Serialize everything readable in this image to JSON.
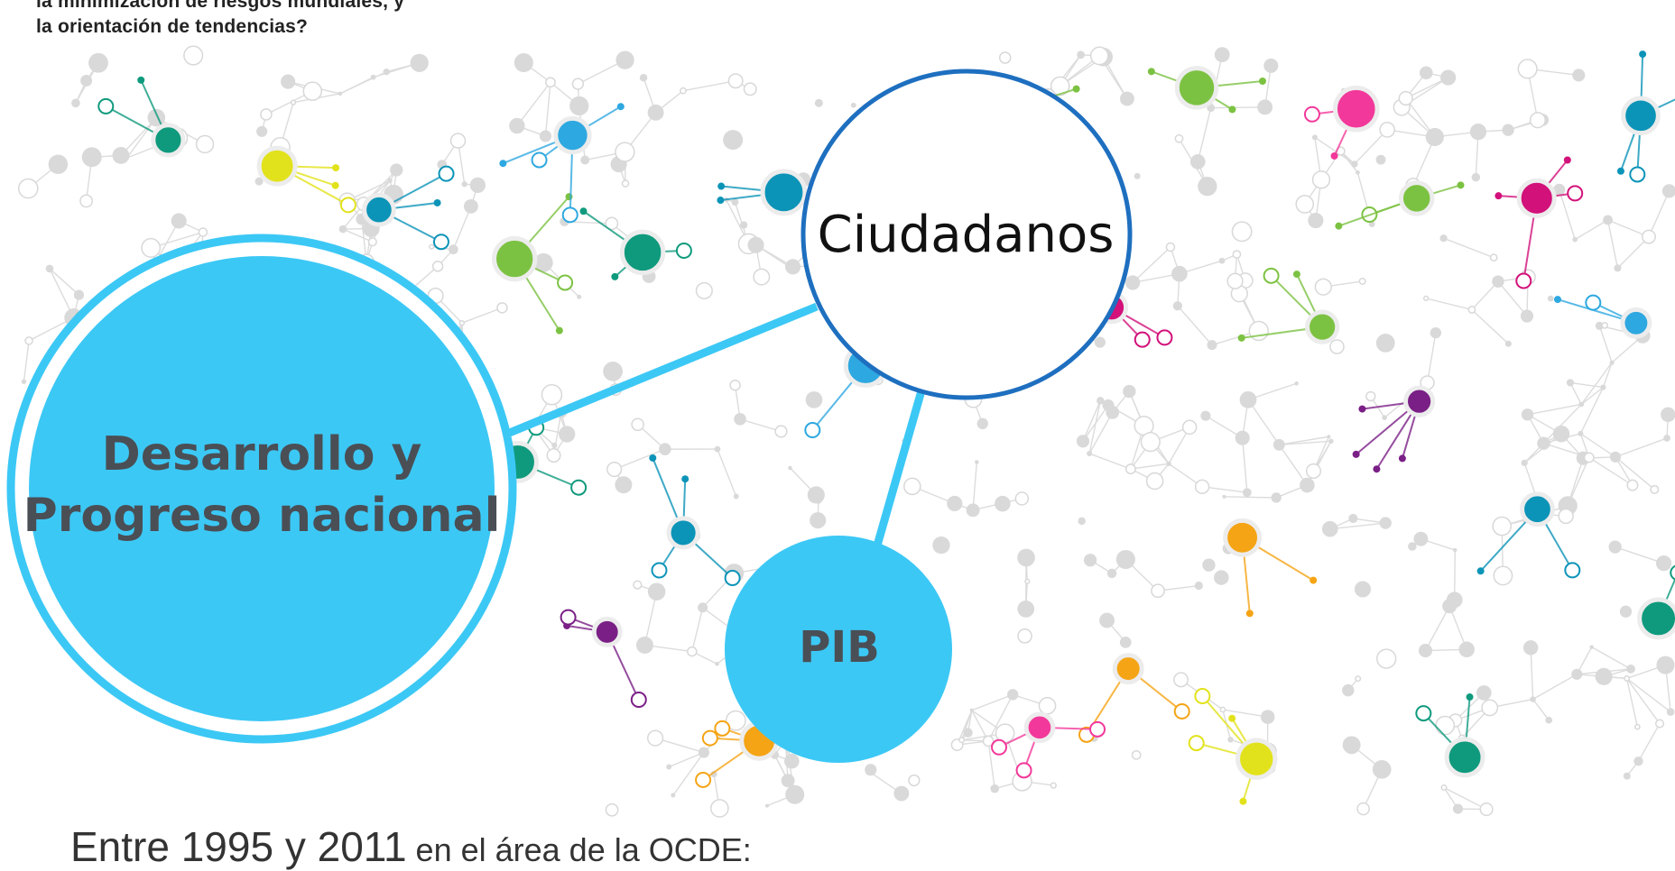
{
  "question": {
    "line1": "la minimización de riesgos mundiales, y",
    "line2": "la orientación de tendencias?"
  },
  "nodes": {
    "desarrollo": {
      "line1": "Desarrollo y",
      "line2": "Progreso nacional"
    },
    "ciudadanos": {
      "label": "Ciudadanos"
    },
    "pib": {
      "label": "PIB"
    }
  },
  "footer": {
    "lead": "Entre 1995 y 2011",
    "rest": " en el área de la OCDE:"
  },
  "colors": {
    "accent_cyan": "#3cc8f5",
    "ciudadanos_border": "#1e6fbf",
    "network_palette": [
      "#d2117a",
      "#0f9a7d",
      "#0c94b8",
      "#7cc242",
      "#e2e21c",
      "#f5a415",
      "#7a1f86",
      "#f2389a",
      "#2ea8e0"
    ]
  }
}
